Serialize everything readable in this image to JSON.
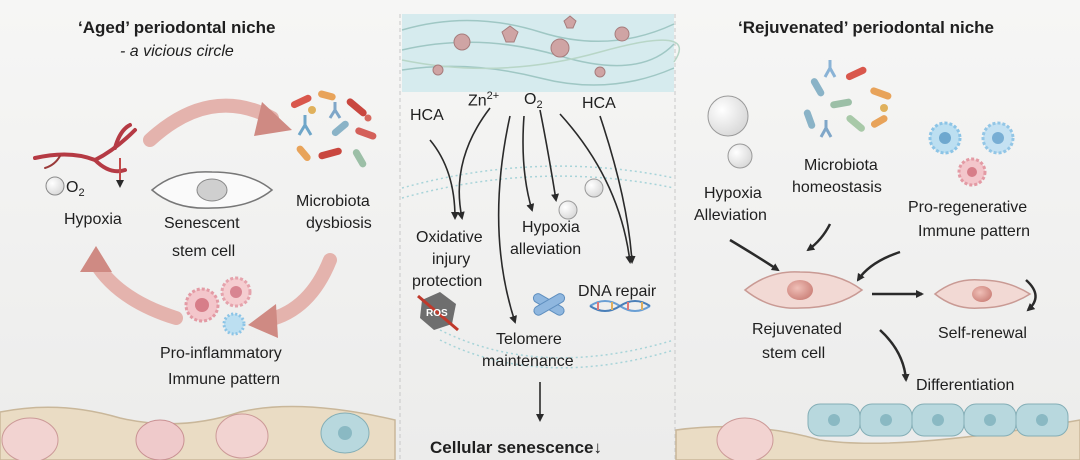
{
  "left": {
    "title": "‘Aged’ periodontal niche",
    "subtitle": "- a vicious circle",
    "o2": "O",
    "o2_sub": "2",
    "hypoxia": "Hypoxia",
    "stem_cell_line1": "Senescent",
    "stem_cell_line2": "stem cell",
    "microbiota_line1": "Microbiota",
    "microbiota_line2": "dysbiosis",
    "immune_line1": "Pro-inflammatory",
    "immune_line2": "Immune pattern"
  },
  "middle": {
    "hca_left": "HCA",
    "zn": "Zn",
    "zn_sup": "2+",
    "o2": "O",
    "o2_sub": "2",
    "hca_right": "HCA",
    "oxidative_line1": "Oxidative",
    "oxidative_line2": "injury",
    "oxidative_line3": "protection",
    "hypoxia_line1": "Hypoxia",
    "hypoxia_line2": "alleviation",
    "dna_repair": "DNA repair",
    "ros": "ROS",
    "telomere_line1": "Telomere",
    "telomere_line2": "maintenance",
    "senescence": "Cellular senescence↓"
  },
  "right": {
    "title": "‘Rejuvenated’ periodontal niche",
    "hypoxia_line1": "Hypoxia",
    "hypoxia_line2": "Alleviation",
    "microbiota_line1": "Microbiota",
    "microbiota_line2": "homeostasis",
    "immune_line1": "Pro-regenerative",
    "immune_line2": "Immune pattern",
    "stem_cell_line1": "Rejuvenated",
    "stem_cell_line2": "stem cell",
    "self_renewal": "Self-renewal",
    "differentiation": "Differentiation"
  },
  "colors": {
    "arrow_red": "#d4958f",
    "cell_pink": "#f2d9d4",
    "nucleus": "#e2a7a0",
    "vessel": "#b53a44",
    "tissue": "#eadcc4",
    "teal_cell": "#b8d8de"
  }
}
